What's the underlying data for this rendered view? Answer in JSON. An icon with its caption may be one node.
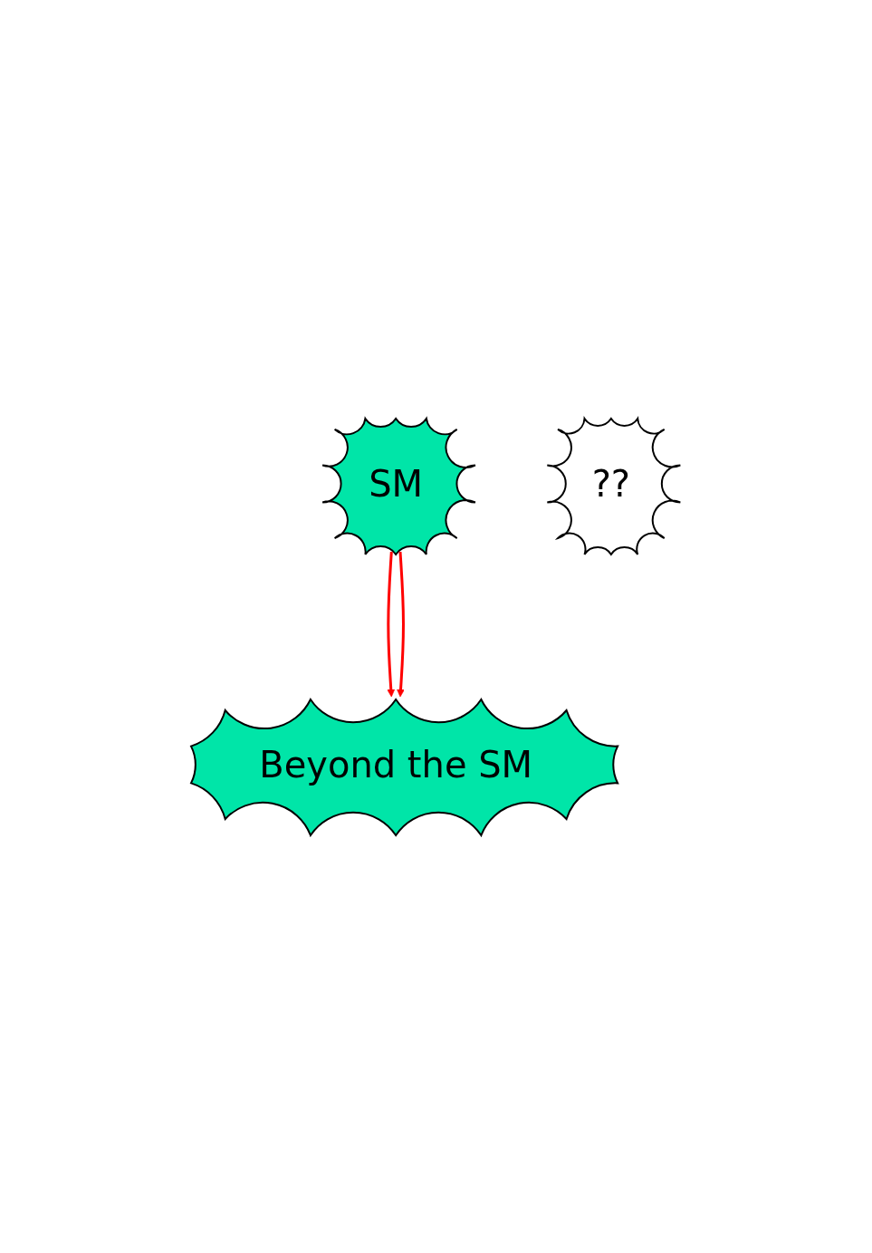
{
  "diagram": {
    "nodes": [
      {
        "text": [
          "SM"
        ]
      },
      {
        "text": [
          "??"
        ]
      },
      {
        "text": [
          "Beyond the SM"
        ]
      }
    ],
    "edges": [
      {
        "from": 0,
        "to": 2,
        "arrow": "to"
      },
      {
        "from": 0,
        "to": 2,
        "arrow": "to"
      }
    ]
  }
}
